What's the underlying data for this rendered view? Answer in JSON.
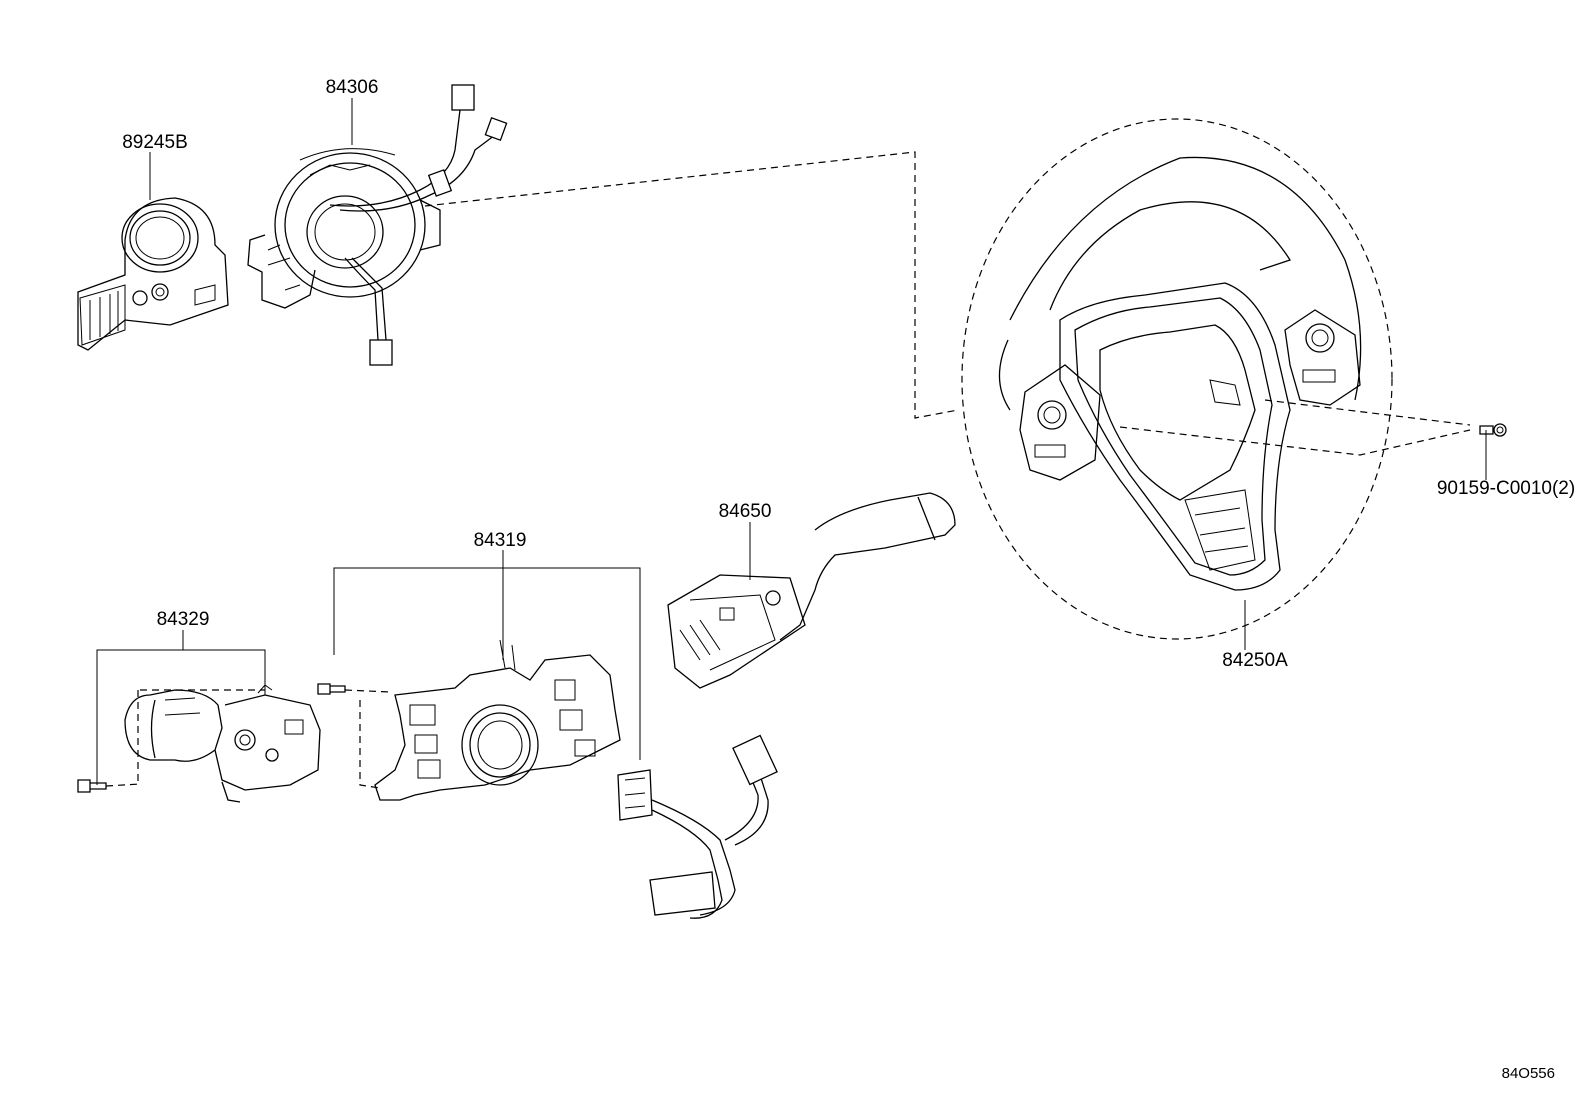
{
  "parts": {
    "p89245b": "89245B",
    "p84306": "84306",
    "p84319": "84319",
    "p84329": "84329",
    "p84650": "84650",
    "p84250a": "84250A",
    "p90159": "90159-C0010(2)"
  },
  "diagram_id": "84O556"
}
